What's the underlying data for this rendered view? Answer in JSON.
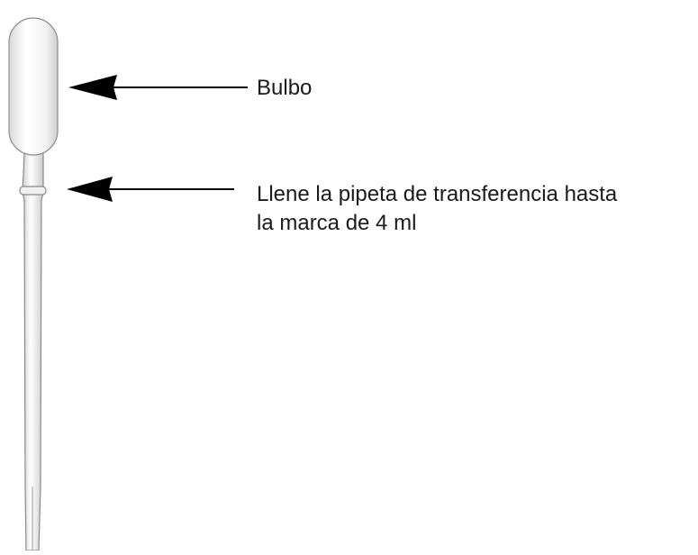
{
  "labels": {
    "bulb": "Bulbo",
    "fill_line1": "Llene la pipeta de transferencia hasta",
    "fill_line2": "la marca de 4 ml"
  },
  "colors": {
    "background": "#ffffff",
    "text": "#1a1a1a",
    "arrow": "#000000",
    "pipette_outline": "#8a8a8a"
  }
}
